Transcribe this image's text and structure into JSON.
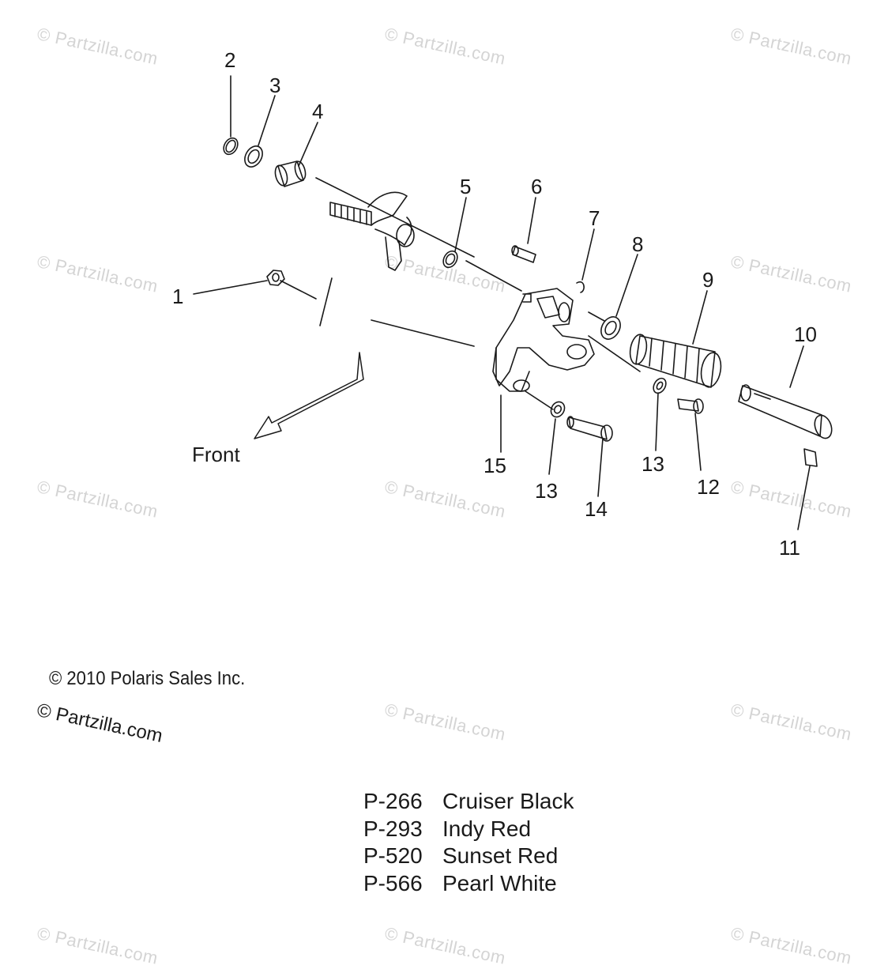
{
  "watermark": {
    "text": "© Partzilla.com"
  },
  "callouts": [
    {
      "id": 1,
      "label": "1"
    },
    {
      "id": 2,
      "label": "2"
    },
    {
      "id": 3,
      "label": "3"
    },
    {
      "id": 4,
      "label": "4"
    },
    {
      "id": 5,
      "label": "5"
    },
    {
      "id": 6,
      "label": "6"
    },
    {
      "id": 7,
      "label": "7"
    },
    {
      "id": 8,
      "label": "8"
    },
    {
      "id": 9,
      "label": "9"
    },
    {
      "id": 10,
      "label": "10"
    },
    {
      "id": 11,
      "label": "11"
    },
    {
      "id": 12,
      "label": "12"
    },
    {
      "id": 13,
      "label": "13"
    },
    {
      "id": 14,
      "label": "14"
    },
    {
      "id": 15,
      "label": "15"
    }
  ],
  "direction": {
    "label": "Front",
    "icon": "front-arrow-icon"
  },
  "copyright": "© 2010 Polaris Sales Inc.",
  "partzilla_mark": "© Partzilla.com",
  "color_codes": [
    {
      "code": "P-266",
      "name": "Cruiser Black"
    },
    {
      "code": "P-293",
      "name": "Indy Red"
    },
    {
      "code": "P-520",
      "name": "Sunset Red"
    },
    {
      "code": "P-566",
      "name": "Pearl White"
    }
  ]
}
